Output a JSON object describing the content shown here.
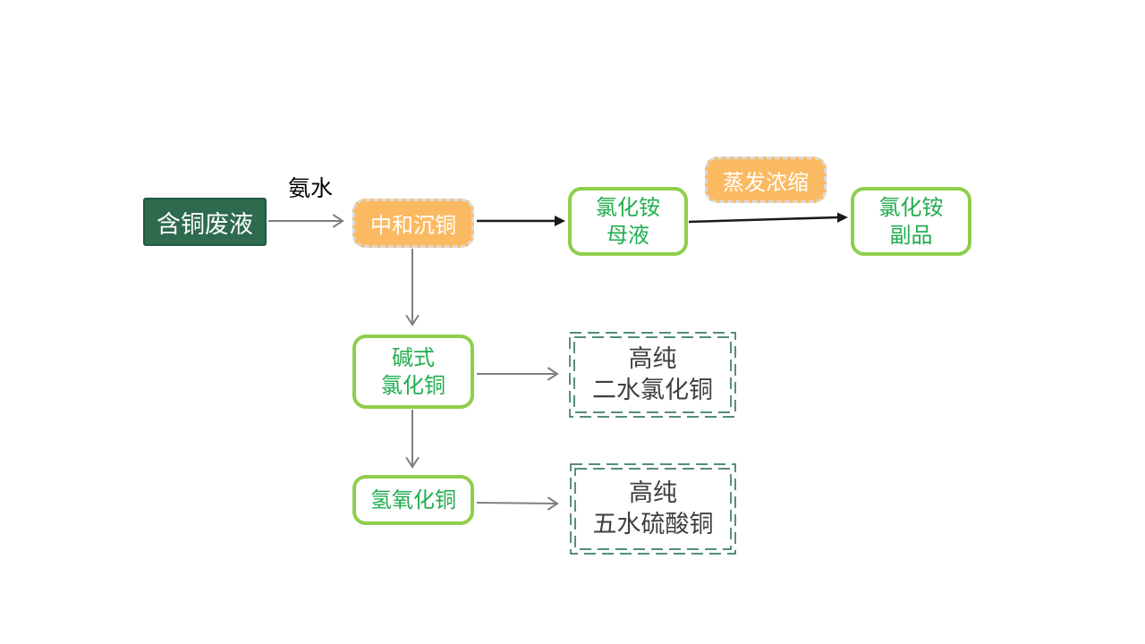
{
  "nodes": {
    "copper_waste": {
      "label": "含铜废液"
    },
    "neutralize": {
      "label": "中和沉铜"
    },
    "mother_liquor": {
      "line1": "氯化铵",
      "line2": "母液"
    },
    "evaporation": {
      "label": "蒸发浓缩"
    },
    "byproduct": {
      "line1": "氯化铵",
      "line2": "副品"
    },
    "basic_copper_chloride": {
      "line1": "碱式",
      "line2": "氯化铜"
    },
    "copper_chloride_dihydrate": {
      "line1": "高纯",
      "line2": "二水氯化铜"
    },
    "copper_hydroxide": {
      "label": "氢氧化铜"
    },
    "copper_sulfate_pentahydrate": {
      "line1": "高纯",
      "line2": "五水硫酸铜"
    }
  },
  "edge_labels": {
    "ammonia": "氨水"
  },
  "colors": {
    "canvas-bg": "#FFFFFF",
    "dark-green-fill": "#2D6A4E",
    "dark-green-border": "#1F5B40",
    "orange-fill": "#FBBA62",
    "orange-dash-border": "#D9D9D9",
    "green-border": "#8FCE4C",
    "green-text": "#21AD4F",
    "dash-double-green": "#3E7D60",
    "dark-text": "#3F3F3F",
    "arrow-gray": "#7F7F7F",
    "arrow-black": "#1A1A1A"
  }
}
